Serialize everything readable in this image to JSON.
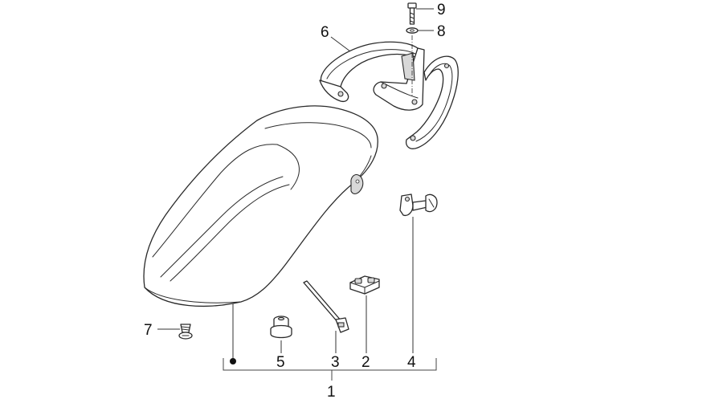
{
  "callouts": {
    "c1": "1",
    "c2": "2",
    "c3": "3",
    "c4": "4",
    "c5": "5",
    "c6": "6",
    "c7": "7",
    "c8": "8",
    "c9": "9"
  },
  "colors": {
    "line": "#2a2a2a",
    "shade": "#d8d8d8",
    "background": "#ffffff"
  }
}
